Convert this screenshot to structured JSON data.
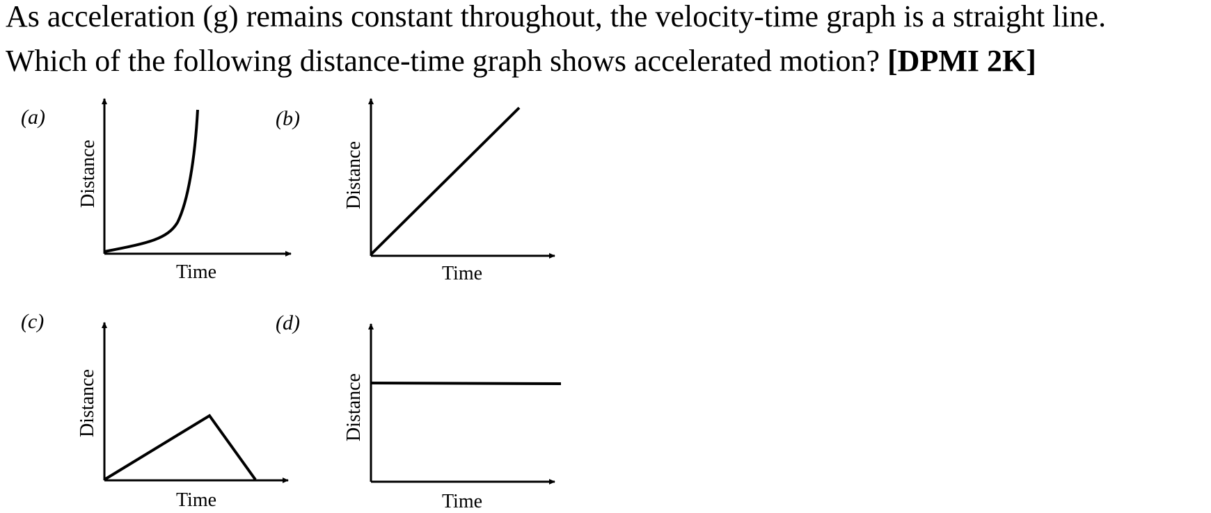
{
  "question": {
    "line1": "As acceleration (g) remains constant throughout, the velocity-time graph is a straight line.",
    "line2_text": "Which of the following distance-time graph shows accelerated motion?",
    "line2_tag": "[DPMI 2K]"
  },
  "options": [
    {
      "label": "(a)",
      "xlabel": "Time",
      "ylabel": "Distance",
      "curve": "exponential-rise"
    },
    {
      "label": "(b)",
      "xlabel": "Time",
      "ylabel": "Distance",
      "curve": "straight-line-rise"
    },
    {
      "label": "(c)",
      "xlabel": "Time",
      "ylabel": "Distance",
      "curve": "rise-then-fall"
    },
    {
      "label": "(d)",
      "xlabel": "Time",
      "ylabel": "Distance",
      "curve": "horizontal-line"
    }
  ]
}
